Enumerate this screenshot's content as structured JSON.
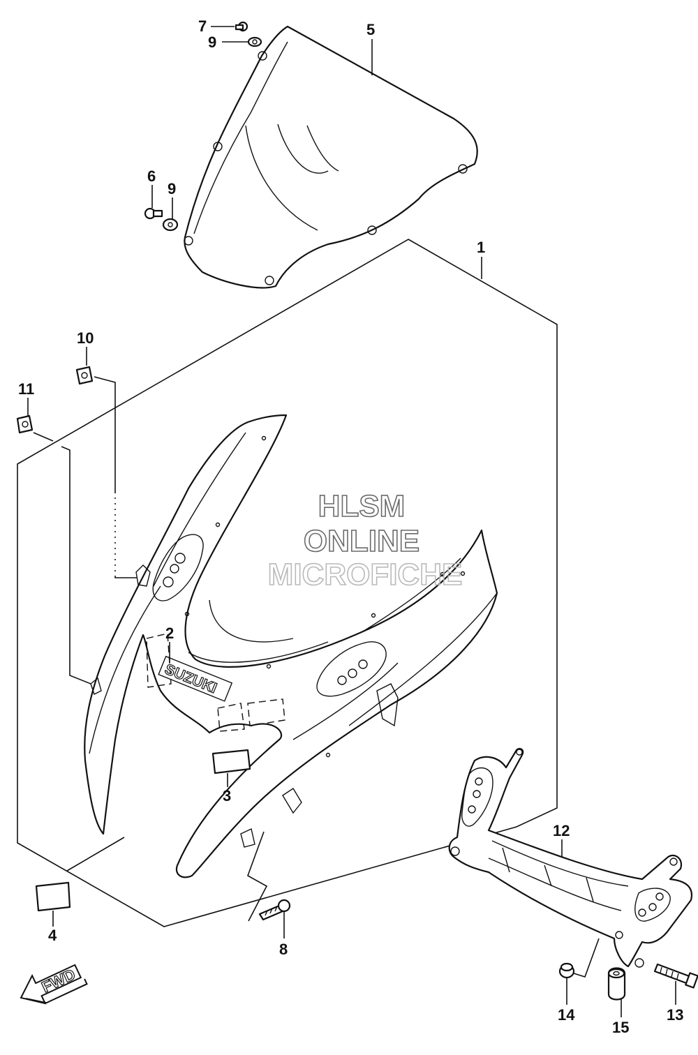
{
  "diagram": {
    "callouts": [
      "1",
      "2",
      "3",
      "4",
      "5",
      "6",
      "7",
      "8",
      "9",
      "9",
      "10",
      "11",
      "12",
      "13",
      "14",
      "15"
    ],
    "watermark": [
      "HLSM",
      "ONLINE",
      "MICROFICHE"
    ],
    "logo_text": "SUZUKI",
    "direction_arrow": "FWD",
    "arrow_icon": "fwd-arrow-icon"
  }
}
